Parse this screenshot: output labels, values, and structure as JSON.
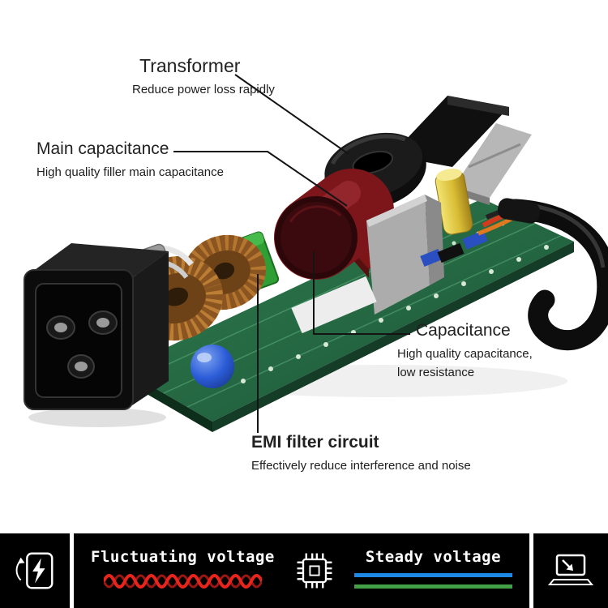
{
  "annotations": {
    "transformer": {
      "title": "Transformer",
      "subtitle": "Reduce power loss rapidly"
    },
    "main_capacitance": {
      "title": "Main capacitance",
      "subtitle": "High quality filler main capacitance"
    },
    "capacitance": {
      "title": "Capacitance",
      "subtitle_line1": "High quality capacitance,",
      "subtitle_line2": "low resistance"
    },
    "emi_filter": {
      "title": "EMI filter circuit",
      "subtitle": "Effectively reduce interference and noise"
    }
  },
  "banner": {
    "background": "#000000",
    "text_color": "#ffffff",
    "center_icon": "chip-icon",
    "fluctuating": {
      "label": "Fluctuating voltage",
      "icon": "charger-icon",
      "wave_color": "#e8251d",
      "wave_color_dark": "#9b1713"
    },
    "steady": {
      "label": "Steady voltage",
      "icon": "laptop-icon",
      "line_color_blue": "#1e88e5",
      "line_color_green": "#43a047"
    }
  },
  "photo": {
    "background": "#ffffff",
    "pcb_color": "#2e7d4f",
    "leader_line_color": "#141414"
  }
}
